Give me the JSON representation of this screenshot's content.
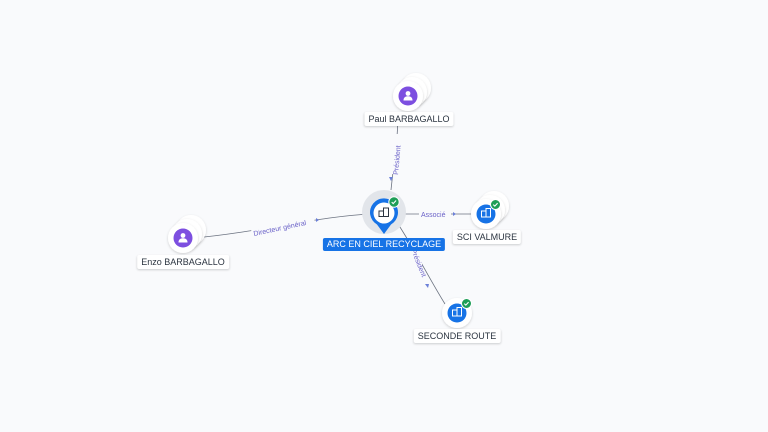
{
  "colors": {
    "person": "#7d4fe0",
    "company": "#1773e6",
    "verified": "#1e9e57",
    "edge": "#6b7280",
    "edge_label": "#6b62c8"
  },
  "nodes": {
    "center": {
      "label": "ARC EN CIEL RECYCLAGE",
      "icon": "building-icon",
      "verified": true
    },
    "paul": {
      "label": "Paul BARBAGALLO",
      "icon": "person-icon"
    },
    "enzo": {
      "label": "Enzo BARBAGALLO",
      "icon": "person-icon"
    },
    "sci": {
      "label": "SCI VALMURE",
      "icon": "building-icon",
      "verified": true
    },
    "seconde": {
      "label": "SECONDE ROUTE",
      "icon": "building-icon",
      "verified": true
    }
  },
  "edges": {
    "paul_center": "Président",
    "enzo_center": "Directeur général",
    "center_sci": "Associé",
    "center_seconde": "Président"
  }
}
